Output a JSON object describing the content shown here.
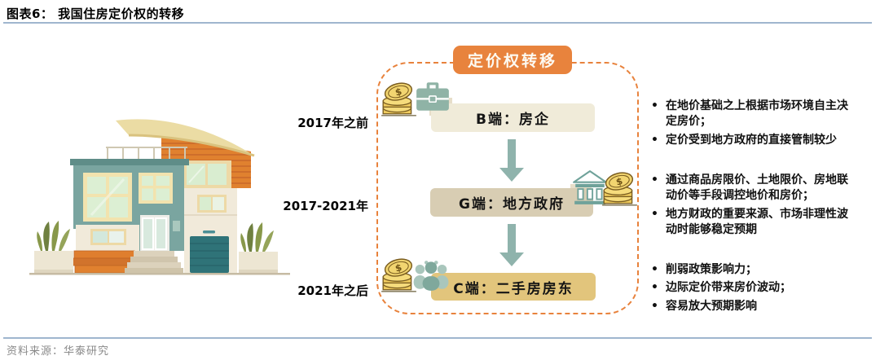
{
  "header": {
    "title": "图表6：  我国住房定价权的转移"
  },
  "footer": {
    "source": "资料来源：华泰研究"
  },
  "illustration": {
    "name": "modern-house-illustration"
  },
  "flowchart": {
    "title": "定价权转移",
    "stages": [
      {
        "period": "2017年之前",
        "label": "B端：房企",
        "icons": [
          "coins-icon",
          "briefcase-icon"
        ],
        "bullets": [
          "在地价基础之上根据市场环境自主决定房价；",
          "定价受到地方政府的直接管制较少"
        ]
      },
      {
        "period": "2017-2021年",
        "label": "G端：地方政府",
        "icons": [
          "bank-icon",
          "coins-icon"
        ],
        "bullets": [
          "通过商品房限价、土地限价、房地联动价等手段调控地价和房价；",
          "地方财政的重要来源、市场非理性波动时能够稳定预期"
        ]
      },
      {
        "period": "2021年之后",
        "label": "C端：二手房房东",
        "icons": [
          "coins-icon",
          "people-icon"
        ],
        "bullets": [
          "削弱政策影响力；",
          "边际定价带来房价波动；",
          "容易放大预期影响"
        ]
      }
    ]
  },
  "colors": {
    "accent_orange": "#E8823C",
    "box_b_bg": "#F0EBD9",
    "box_g_bg": "#D8CDB3",
    "box_c_bg": "#E2C57C",
    "arrow_teal": "#8FB3AC",
    "rule_blue": "#9FB6CE",
    "source_gray": "#8A8A8A",
    "coin_gold": "#F0CB5E",
    "icon_teal": "#8FB3A6"
  }
}
